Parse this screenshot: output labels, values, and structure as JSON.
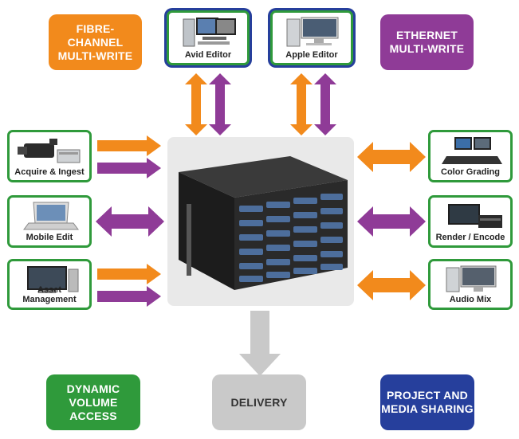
{
  "labels": {
    "fibre_channel": "FIBRE-CHANNEL\nMULTI-WRITE",
    "ethernet": "ETHERNET\nMULTI-WRITE",
    "dynamic_volume": "DYNAMIC\nVOLUME ACCESS",
    "delivery": "DELIVERY",
    "project_media": "PROJECT AND\nMEDIA SHARING"
  },
  "devices": {
    "avid_editor": "Avid Editor",
    "apple_editor": "Apple Editor",
    "acquire_ingest": "Acquire & Ingest",
    "mobile_edit": "Mobile Edit",
    "asset_management": "Asset Management",
    "color_grading": "Color Grading",
    "render_encode": "Render / Encode",
    "audio_mix": "Audio Mix"
  },
  "colors": {
    "orange": "#f28a1c",
    "purple": "#8f3b97",
    "green": "#2f9a3b",
    "navy": "#263f9c",
    "gray": "#c9c9c9"
  },
  "icons": {
    "server": "storage-server-icon",
    "workstation": "workstation-icon",
    "camera": "camera-icon",
    "laptop": "laptop-icon"
  }
}
